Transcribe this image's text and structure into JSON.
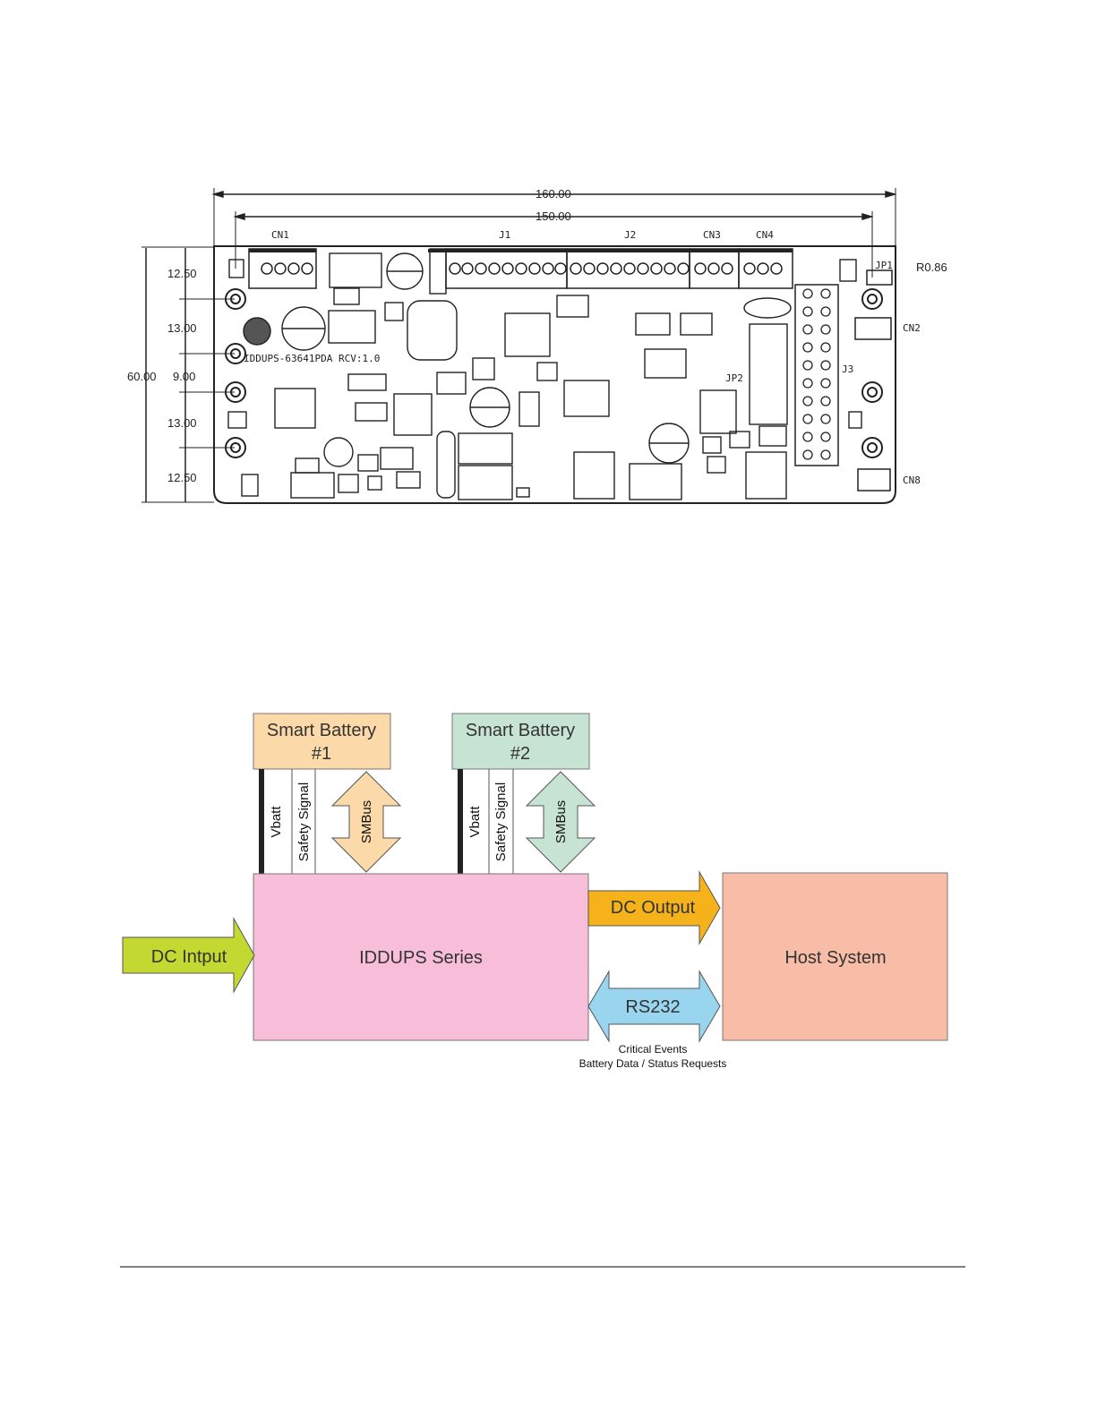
{
  "pcb": {
    "overall_width": "160.00",
    "hole_span": "150.00",
    "height": "60.00",
    "radius": "R0.86",
    "board_marking": "IDDUPS-63641PDA  RCV:1.0",
    "left_dims": [
      "12.50",
      "13.00",
      "9.00",
      "13.00",
      "12.50"
    ],
    "connectors": {
      "cn1": "CN1",
      "j1": "J1",
      "j2": "J2",
      "cn3": "CN3",
      "cn4": "CN4",
      "jp1": "JP1",
      "cn2": "CN2",
      "j3": "J3",
      "jp2": "JP2",
      "cn8": "CN8"
    }
  },
  "block_diagram": {
    "battery1": [
      "Smart Battery",
      "#1"
    ],
    "battery2": [
      "Smart Battery",
      "#2"
    ],
    "vbatt": "Vbatt",
    "safety_signal": "Safety Signal",
    "smbus": "SMBus",
    "main_box": "IDDUPS Series",
    "dc_input": "DC Intput",
    "dc_output": "DC Output",
    "rs232": "RS232",
    "host": "Host System",
    "caption_line1": "Critical Events",
    "caption_line2": "Battery Data / Status Requests",
    "colors": {
      "battery1": "#fbd9a8",
      "battery2": "#c7e3d3",
      "main_box": "#f7bdd9",
      "host": "#f8bda6",
      "dc_input": "#c4d832",
      "dc_output": "#f5b21a",
      "rs232": "#99d5ef"
    }
  }
}
